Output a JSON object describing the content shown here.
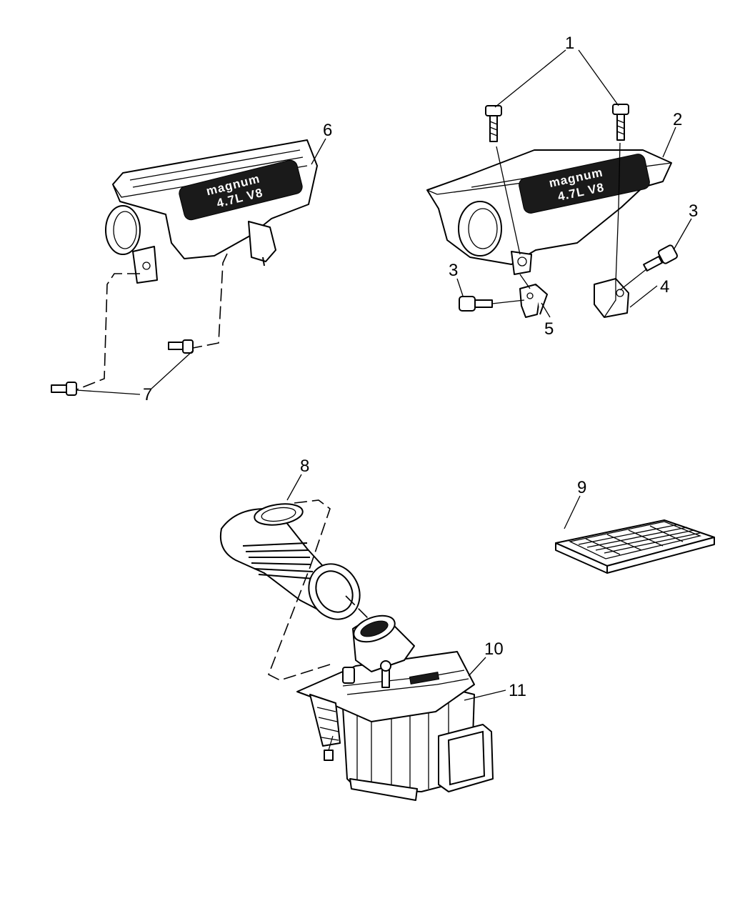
{
  "callouts": {
    "c1": "1",
    "c2": "2",
    "c3a": "3",
    "c3b": "3",
    "c4": "4",
    "c5": "5",
    "c6": "6",
    "c7": "7",
    "c8": "8",
    "c9": "9",
    "c10": "10",
    "c11": "11"
  },
  "cover_badges": {
    "left_brand": "magnum",
    "left_engine": "4.7L V8",
    "right_brand": "magnum",
    "right_engine": "4.7L V8"
  }
}
